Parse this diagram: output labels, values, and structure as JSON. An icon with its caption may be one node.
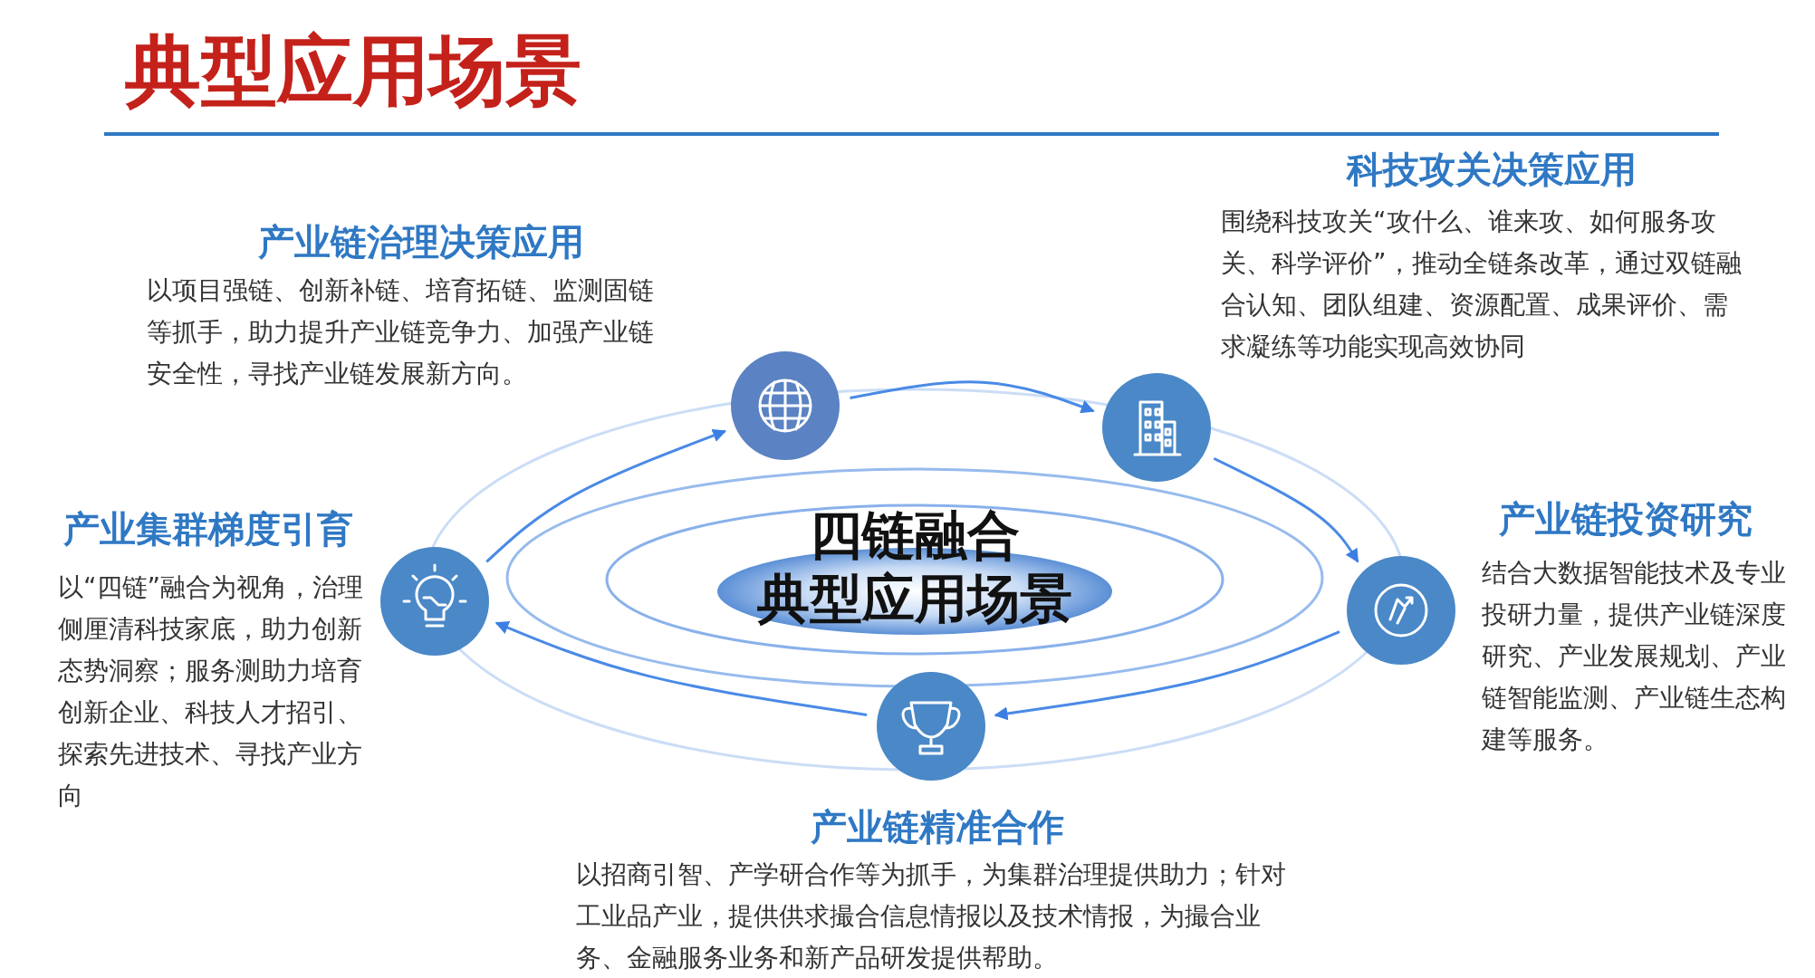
{
  "diagram": {
    "title": "典型应用场景",
    "nodes": [
      {
        "text": [],
        "shape": "circle",
        "beside": [
          "产业链治理决策应用",
          "以项目强链、创新补链、培育拓链、监测固链等抓手，助力提升产业链竞争力、加强产业链安全性，寻找产业链发展新方向。"
        ]
      },
      {
        "text": [],
        "shape": "circle",
        "beside": [
          "科技攻关决策应用",
          "围绕科技攻关“攻什么、谁来攻、如何服务攻关、科学评价”，推动全链条改革，通过双链融合认知、团队组建、资源配置、成果评价、需求凝练等功能实现高效协同"
        ]
      },
      {
        "text": [],
        "shape": "circle",
        "beside": [
          "产业集群梯度引育",
          "以“四链”融合为视角，治理侧厘清科技家底，助力创新态势洞察；服务测助力培育创新企业、科技人才招引、探索先进技术、寻找产业方向"
        ]
      },
      {
        "text": [
          "四链融合",
          "典型应用场景"
        ]
      },
      {
        "text": [],
        "shape": "circle",
        "beside": [
          "产业链投资研究",
          "结合大数据智能技术及专业投研力量，提供产业链深度研究、产业发展规划、产业链智能监测、产业链生态构建等服务。"
        ]
      },
      {
        "text": [],
        "shape": "circle",
        "beside": [
          "产业链精准合作",
          "以招商引智、产学研合作等为抓手，为集群治理提供助力；针对工业品产业，提供供求撮合信息情报以及技术情报，为撮合业务、金融服务业务和新产品研发提供帮助。"
        ]
      }
    ],
    "edges": [
      {
        "from": 2,
        "to": 0,
        "arrow": "to"
      },
      {
        "from": 0,
        "to": 1,
        "arrow": "to"
      },
      {
        "from": 1,
        "to": 4,
        "arrow": "to"
      },
      {
        "from": 4,
        "to": 5,
        "arrow": "to"
      },
      {
        "from": 5,
        "to": 2,
        "arrow": "to"
      }
    ]
  }
}
